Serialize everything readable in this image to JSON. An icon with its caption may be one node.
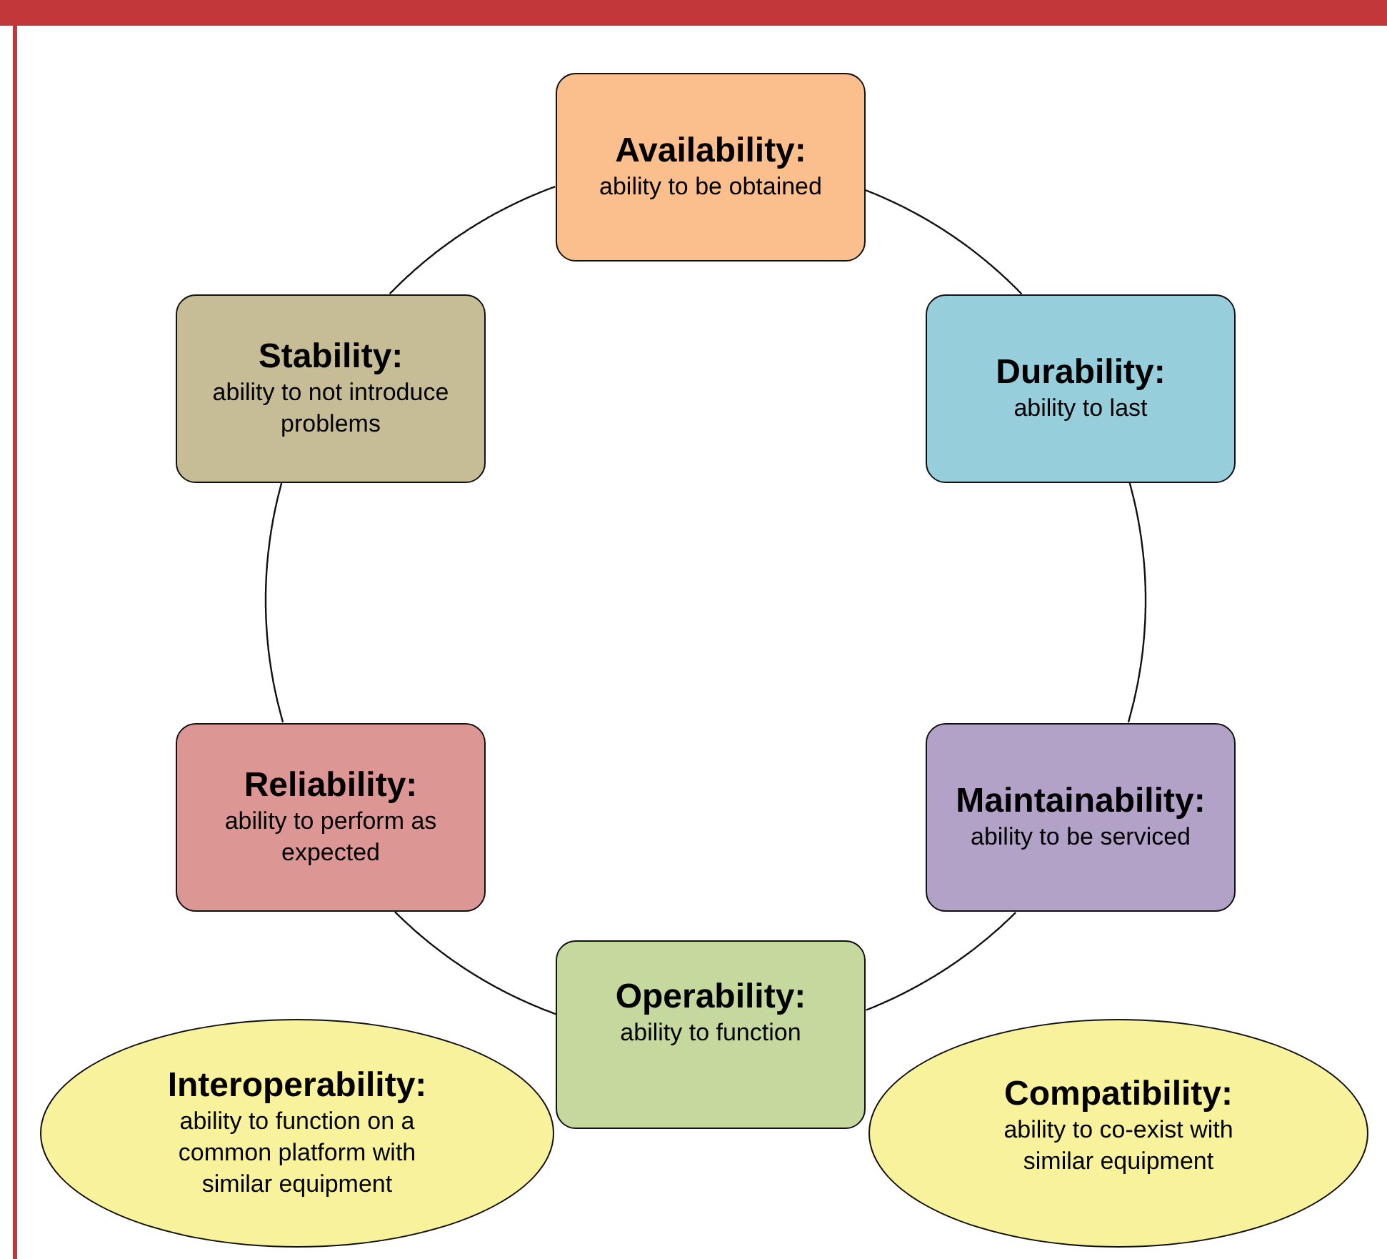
{
  "diagram": {
    "nodes": [
      {
        "text": [
          "Availability:",
          "ability to be obtained"
        ]
      },
      {
        "text": [
          "Stability:",
          "ability to not introduce problems"
        ]
      },
      {
        "text": [
          "Durability:",
          "ability to last"
        ]
      },
      {
        "text": [
          "Reliability:",
          "ability to perform as expected"
        ]
      },
      {
        "text": [
          "Maintainability:",
          "ability to be serviced"
        ]
      },
      {
        "text": [
          "Interoperability:",
          "ability to function on a common platform with similar equipment"
        ]
      },
      {
        "text": [
          "Operability:",
          "ability to function"
        ]
      },
      {
        "text": [
          "Compatibility:",
          "ability to co-exist with similar equipment"
        ]
      }
    ],
    "edges": [
      {
        "from": 0,
        "to": 2,
        "arrow": "none"
      },
      {
        "from": 2,
        "to": 4,
        "arrow": "none"
      },
      {
        "from": 4,
        "to": 6,
        "arrow": "none"
      },
      {
        "from": 6,
        "to": 3,
        "arrow": "none"
      },
      {
        "from": 3,
        "to": 1,
        "arrow": "none"
      },
      {
        "from": 1,
        "to": 0,
        "arrow": "none"
      }
    ]
  }
}
